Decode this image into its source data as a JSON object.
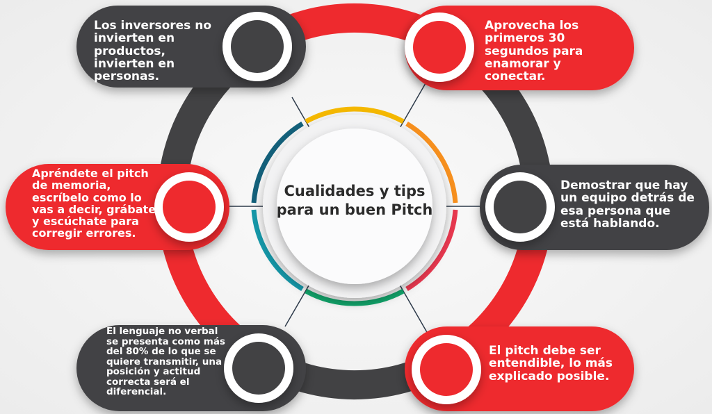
{
  "title": "Cualidades y tips para un buen Pitch",
  "colors": {
    "red": "#ee2a2e",
    "dark": "#424244",
    "yellow": "#f5b800",
    "orange": "#f7901e",
    "pink": "#e8384f",
    "green": "#12a56b",
    "teal": "#1597a8",
    "darkteal": "#13607a"
  },
  "tips": [
    {
      "text": "Los inversores no invierten en productos, invierten en personas.",
      "color": "dark"
    },
    {
      "text": "Aprovecha los primeros 30 segundos para enamorar y conectar.",
      "color": "red"
    },
    {
      "text": "Apréndete el pitch de memoria, escríbelo como lo vas a decir, grábate y escúchate para corregir errores.",
      "color": "red"
    },
    {
      "text": "Demostrar que hay un equipo detrás de esa persona que está hablando.",
      "color": "dark"
    },
    {
      "text": "El lenguaje no verbal se presenta como más del 80% de lo que se quiere transmitir, una posición y actitud correcta será el diferencial.",
      "color": "dark"
    },
    {
      "text": "El pitch debe ser entendible, lo más explicado posible.",
      "color": "red"
    }
  ]
}
